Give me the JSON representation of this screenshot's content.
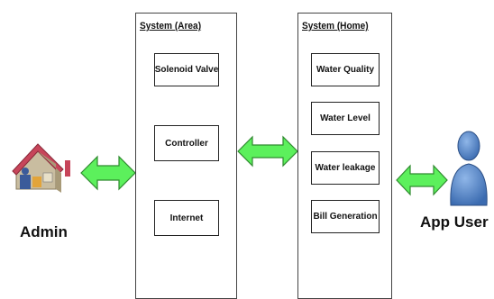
{
  "system_area": {
    "title": "System (Area)",
    "components": [
      "Solenoid Valve",
      "Controller",
      "Internet"
    ]
  },
  "system_home": {
    "title": "System (Home)",
    "components": [
      "Water Quality",
      "Water Level",
      "Water leakage",
      "Bill Generation"
    ]
  },
  "actors": {
    "admin": "Admin",
    "app_user": "App User"
  },
  "colors": {
    "arrow_fill": "#5cf05c",
    "arrow_stroke": "#2f8a2f",
    "user_blue": "#4a7fc4",
    "house_roof": "#c7455a",
    "house_wall": "#c9bda0"
  },
  "icons": {
    "admin": "house-icon",
    "app_user": "person-icon",
    "connections": "double-arrow-icon"
  }
}
